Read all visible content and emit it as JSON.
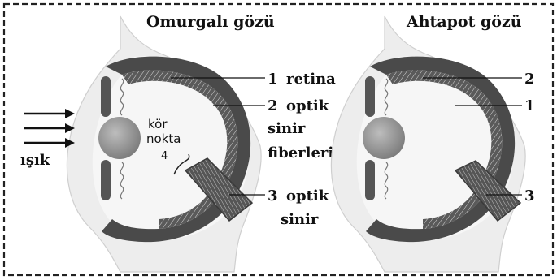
{
  "left_eye": {
    "title": "Omurgalı gözü",
    "light_label": "ışık",
    "blind_spot_label_1": "kör",
    "blind_spot_label_2": "nokta",
    "blind_spot_number": "4",
    "label_1_num": "1",
    "label_1_text": "retina",
    "label_2_num": "2",
    "label_2_text": "optik",
    "label_2_line2": "sinir",
    "label_2_line3": "fiberleri",
    "label_3_num": "3",
    "label_3_text": "optik",
    "label_3_line2": "sinir"
  },
  "right_eye": {
    "title": "Ahtapot gözü",
    "label_top": "2",
    "label_mid": "1",
    "label_bottom": "3"
  },
  "colors": {
    "eye_body": "#eeeeee",
    "retina": "#4a4a4a",
    "lens": "#8a8a8a",
    "frame": "#222222"
  }
}
